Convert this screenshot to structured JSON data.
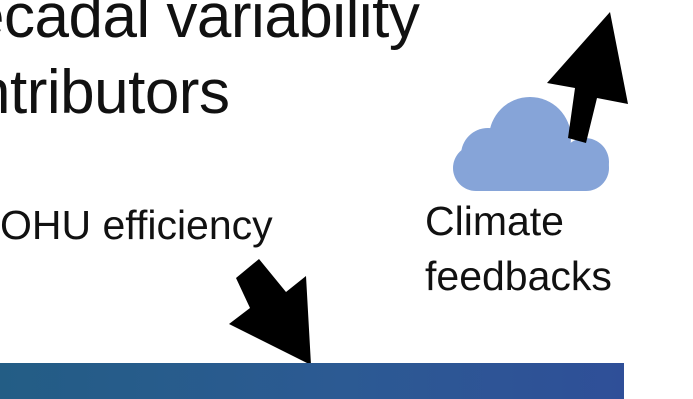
{
  "title": {
    "line1": "ecadal variability",
    "line2": "ntributors"
  },
  "labels": {
    "ohu": "OHU efficiency",
    "climate": "Climate",
    "feedbacks": "feedbacks"
  },
  "icons": {
    "cloud": "cloud-icon",
    "up_arrow": "arrow-up-icon",
    "down_arrow": "arrow-down-icon"
  },
  "colors": {
    "cloud": "#86a4d8",
    "arrow": "#000000",
    "ocean_band_start": "#235d85",
    "ocean_band_end": "#2f4f98"
  }
}
